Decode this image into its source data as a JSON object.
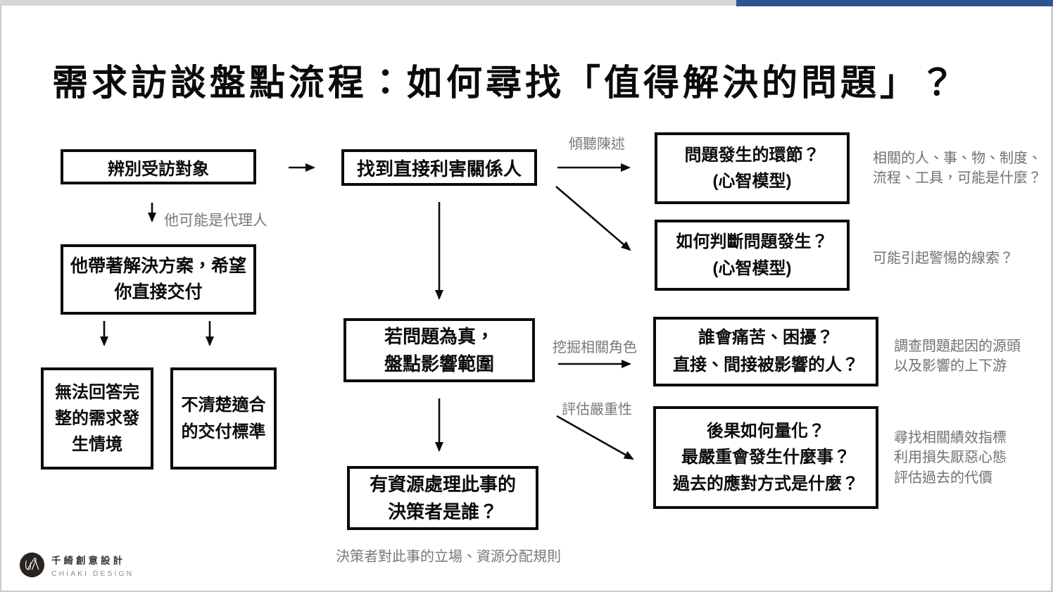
{
  "header": {
    "title": "需求訪談盤點流程：如何尋找「值得解決的問題」？"
  },
  "flow": {
    "boxes": [
      {
        "id": "identify-interviewee",
        "lines": [
          "辨別受訪對象"
        ]
      },
      {
        "id": "brings-solution",
        "lines": [
          "他帶著解決方案，希望",
          "你直接交付"
        ]
      },
      {
        "id": "cannot-answer-context",
        "lines": [
          "無法回答完",
          "整的需求發",
          "生情境"
        ]
      },
      {
        "id": "unclear-standard",
        "lines": [
          "不清楚適合",
          "的交付標準"
        ]
      },
      {
        "id": "find-stakeholder",
        "lines": [
          "找到直接利害關係人"
        ]
      },
      {
        "id": "inventory-impact",
        "lines": [
          "若問題為真，",
          "盤點影響範圍"
        ]
      },
      {
        "id": "decision-maker",
        "lines": [
          "有資源處理此事的",
          "決策者是誰？"
        ]
      },
      {
        "id": "problem-context",
        "lines": [
          "問題發生的環節？",
          "(心智模型)"
        ]
      },
      {
        "id": "judge-problem",
        "lines": [
          "如何判斷問題發生？",
          "(心智模型)"
        ]
      },
      {
        "id": "who-suffers",
        "lines": [
          "誰會痛苦、困擾？",
          "直接、間接被影響的人？"
        ]
      },
      {
        "id": "quantify-consequence",
        "lines": [
          "後果如何量化？",
          "最嚴重會發生什麼事？",
          "過去的應對方式是什麼？"
        ]
      }
    ],
    "labels": [
      {
        "id": "proxy-note",
        "text": "他可能是代理人"
      },
      {
        "id": "listen",
        "text": "傾聽陳述"
      },
      {
        "id": "dig-roles",
        "text": "挖掘相關角色"
      },
      {
        "id": "assess-severity",
        "text": "評估嚴重性"
      },
      {
        "id": "decision-stance",
        "text": "決策者對此事的立場、資源分配規則"
      }
    ],
    "annotations": [
      {
        "id": "related-elements",
        "lines": [
          "相關的人、事、物、制度、",
          "流程、工具，可能是什麼？"
        ]
      },
      {
        "id": "alert-clues",
        "lines": [
          "可能引起警惕的線索？"
        ]
      },
      {
        "id": "trace-origin",
        "lines": [
          "調查問題起因的源頭",
          "以及影響的上下游"
        ]
      },
      {
        "id": "find-metrics",
        "lines": [
          "尋找相關績效指標",
          "利用損失厭惡心態",
          "評估過去的代價"
        ]
      }
    ]
  },
  "footer": {
    "brand_zh": "千綺創意設計",
    "brand_en": "CHIAKI DESIGN"
  },
  "colors": {
    "accent_blue": "#2e5395",
    "bar_gray": "#d6d6d6",
    "label_gray": "#77787a",
    "text_black": "#0b0b0b"
  }
}
